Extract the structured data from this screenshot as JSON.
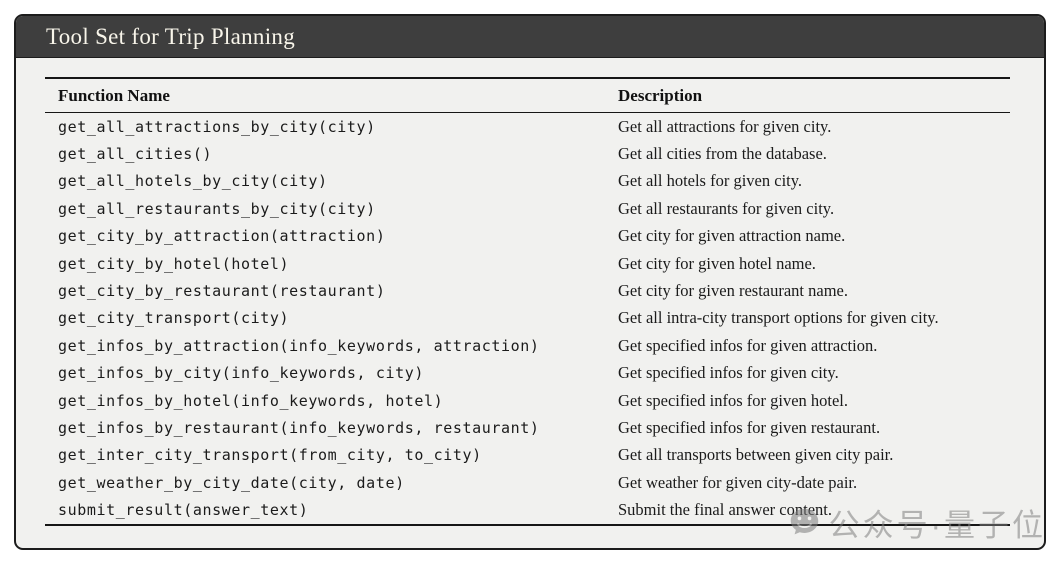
{
  "panel": {
    "title": "Tool Set for Trip Planning"
  },
  "table": {
    "columns": [
      "Function Name",
      "Description"
    ],
    "rows": [
      {
        "function": "get_all_attractions_by_city(city)",
        "description": "Get all attractions for given city."
      },
      {
        "function": "get_all_cities()",
        "description": "Get all cities from the database."
      },
      {
        "function": "get_all_hotels_by_city(city)",
        "description": "Get all hotels for given city."
      },
      {
        "function": "get_all_restaurants_by_city(city)",
        "description": "Get all restaurants for given city."
      },
      {
        "function": "get_city_by_attraction(attraction)",
        "description": "Get city for given attraction name."
      },
      {
        "function": "get_city_by_hotel(hotel)",
        "description": "Get city for given hotel name."
      },
      {
        "function": "get_city_by_restaurant(restaurant)",
        "description": "Get city for given restaurant name."
      },
      {
        "function": "get_city_transport(city)",
        "description": "Get all intra-city transport options for given city."
      },
      {
        "function": "get_infos_by_attraction(info_keywords, attraction)",
        "description": "Get specified infos for given attraction."
      },
      {
        "function": "get_infos_by_city(info_keywords, city)",
        "description": "Get specified infos for given city."
      },
      {
        "function": "get_infos_by_hotel(info_keywords, hotel)",
        "description": "Get specified infos for given hotel."
      },
      {
        "function": "get_infos_by_restaurant(info_keywords, restaurant)",
        "description": "Get specified infos for given restaurant."
      },
      {
        "function": "get_inter_city_transport(from_city, to_city)",
        "description": "Get all transports between given city pair."
      },
      {
        "function": "get_weather_by_city_date(city, date)",
        "description": "Get weather for given city-date pair."
      },
      {
        "function": "submit_result(answer_text)",
        "description": "Submit the final answer content."
      }
    ]
  },
  "watermark": {
    "icon": "wechat-icon",
    "text": "公众号·量子位"
  },
  "colors": {
    "header_bar": "#3e3e3e",
    "panel_background": "#f1f1ef",
    "panel_border": "#1c1c1c",
    "title_text": "#f8f5ea",
    "body_text": "#1b1b1b",
    "watermark_gray": "#7d7d7d"
  }
}
